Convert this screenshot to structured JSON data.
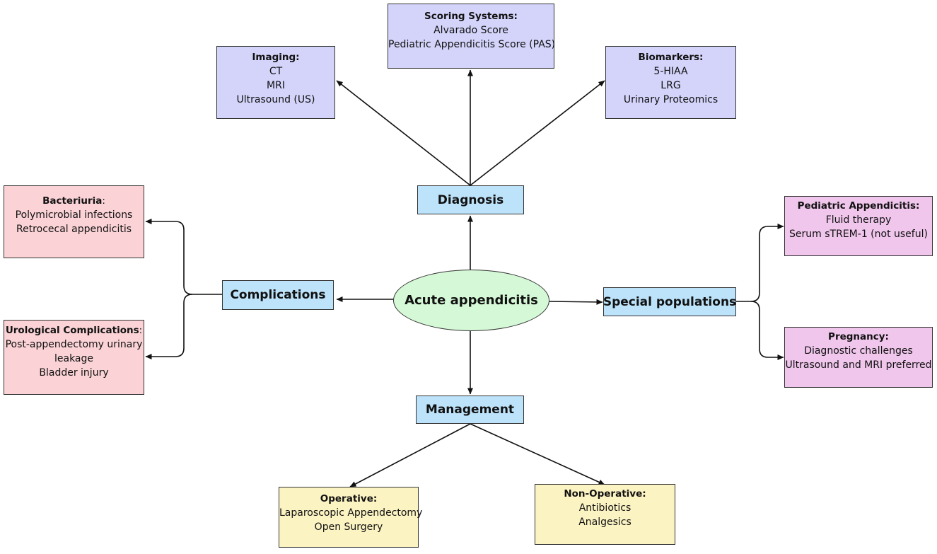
{
  "center": {
    "label": "Acute appendicitis"
  },
  "hubs": {
    "diagnosis": "Diagnosis",
    "complications": "Complications",
    "special": "Special populations",
    "management": "Management"
  },
  "diagnosis": {
    "imaging": {
      "head": "Imaging:",
      "items": [
        "CT",
        "MRI",
        "Ultrasound (US)"
      ]
    },
    "scoring": {
      "head": "Scoring Systems:",
      "items": [
        "Alvarado Score",
        "Pediatric Appendicitis Score (PAS)"
      ]
    },
    "biomarkers": {
      "head": "Biomarkers:",
      "items": [
        "5-HIAA",
        "LRG",
        "Urinary Proteomics"
      ]
    }
  },
  "complications": {
    "bacteriuria": {
      "head": "Bacteriuria",
      "suffix": ":",
      "items": [
        "Polymicrobial infections",
        "Retrocecal appendicitis"
      ]
    },
    "urological": {
      "head": "Urological Complications",
      "suffix": ":",
      "items": [
        "Post-appendectomy urinary",
        "leakage",
        "Bladder injury"
      ]
    }
  },
  "special": {
    "pediatric": {
      "head": "Pediatric Appendicitis:",
      "items": [
        "Fluid therapy",
        "Serum sTREM-1 (not useful)"
      ]
    },
    "pregnancy": {
      "head": "Pregnancy:",
      "items": [
        "Diagnostic challenges",
        "Ultrasound and MRI preferred"
      ]
    }
  },
  "management": {
    "operative": {
      "head": "Operative:",
      "items": [
        "Laparoscopic Appendectomy",
        "Open Surgery"
      ]
    },
    "nonoperative": {
      "head": "Non-Operative:",
      "items": [
        "Antibiotics",
        "Analgesics"
      ]
    }
  },
  "colors": {
    "diagnosis_leaf": "#d4d4fb",
    "complication_leaf": "#fbd3d6",
    "special_leaf": "#f0c6ec",
    "management_leaf": "#fcf3c3",
    "hub": "#bde3fb",
    "center": "#d5f8d6"
  }
}
